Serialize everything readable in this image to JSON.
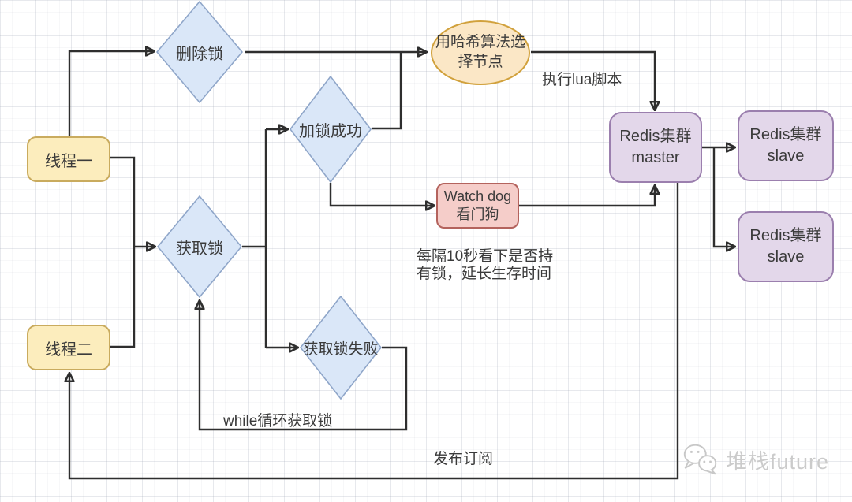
{
  "nodes": {
    "thread1": "线程一",
    "thread2": "线程二",
    "delete_lock": "删除锁",
    "acquire_lock": "获取锁",
    "lock_success": "加锁成功",
    "acquire_fail": "获取锁失败",
    "hash_select": {
      "line1": "用哈希算法选",
      "line2": "择节点"
    },
    "watchdog": {
      "line1": "Watch dog",
      "line2": "看门狗"
    },
    "redis_master": {
      "line1": "Redis集群",
      "line2": "master"
    },
    "redis_slave_top": {
      "line1": "Redis集群",
      "line2": "slave"
    },
    "redis_slave_bottom": {
      "line1": "Redis集群",
      "line2": "slave"
    }
  },
  "edge_labels": {
    "execute_lua": "执行lua脚本",
    "watchdog_note_line1": "每隔10秒看下是否持",
    "watchdog_note_line2": "有锁，延长生存时间",
    "while_loop": "while循环获取锁",
    "publish_subscribe": "发布订阅"
  },
  "watermark": "堆栈future",
  "colors": {
    "thread_fill": "#fcedbd",
    "thread_border": "#c9ab5e",
    "diamond_fill": "#dae7f8",
    "diamond_border": "#8fa6c9",
    "ellipse_fill": "#fbe7c6",
    "ellipse_border": "#d1a13c",
    "watchdog_fill": "#f5cdc9",
    "watchdog_border": "#b4635d",
    "redis_fill": "#e3d7ea",
    "redis_border": "#9b7fae",
    "edge": "#2e2e2e",
    "watermark_text": "#cbcbcb"
  }
}
